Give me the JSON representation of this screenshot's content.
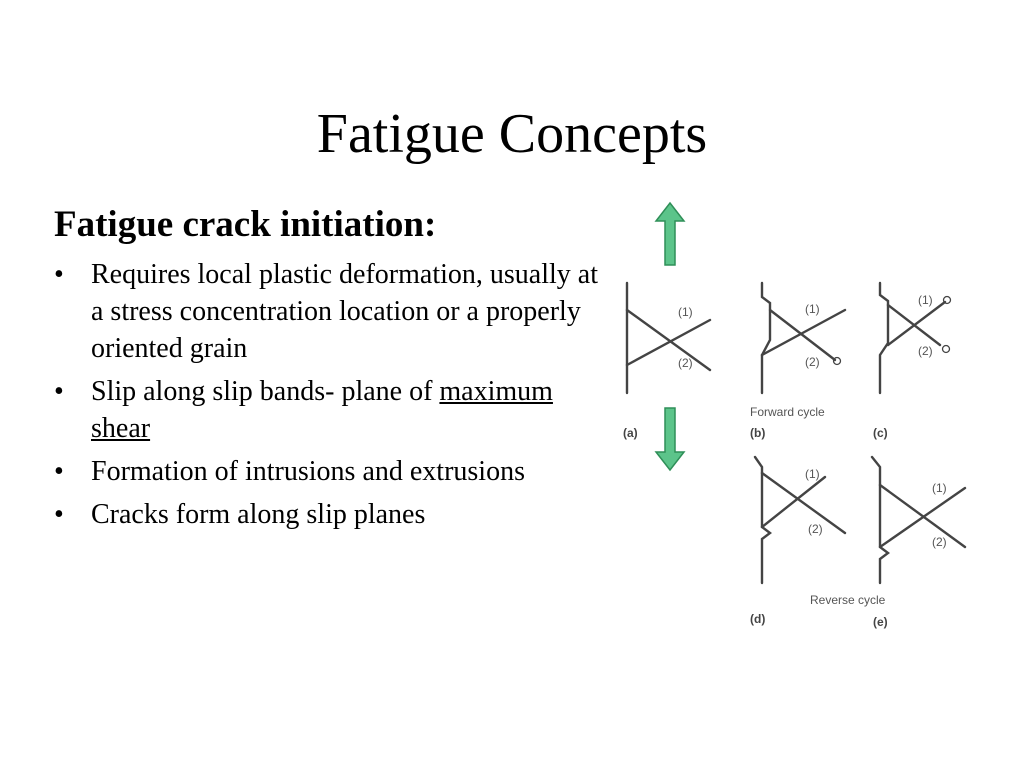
{
  "slide": {
    "title": "Fatigue Concepts",
    "subtitle": "Fatigue crack initiation:",
    "bullets": [
      {
        "text": "Requires local plastic deformation, usually at a stress concentration location or a properly oriented grain"
      },
      {
        "text_before": "Slip along slip bands- plane of",
        "text_underlined": "maximum shear"
      },
      {
        "text": "Formation of intrusions and extrusions"
      },
      {
        "text": "Cracks form along slip planes"
      }
    ]
  },
  "figure": {
    "arrow_color": "#5cc48a",
    "arrow_outline": "#2f8f58",
    "labels": {
      "one": "(1)",
      "two": "(2)",
      "a": "(a)",
      "b": "(b)",
      "c": "(c)",
      "d": "(d)",
      "e": "(e)",
      "forward": "Forward cycle",
      "reverse": "Reverse cycle"
    }
  }
}
